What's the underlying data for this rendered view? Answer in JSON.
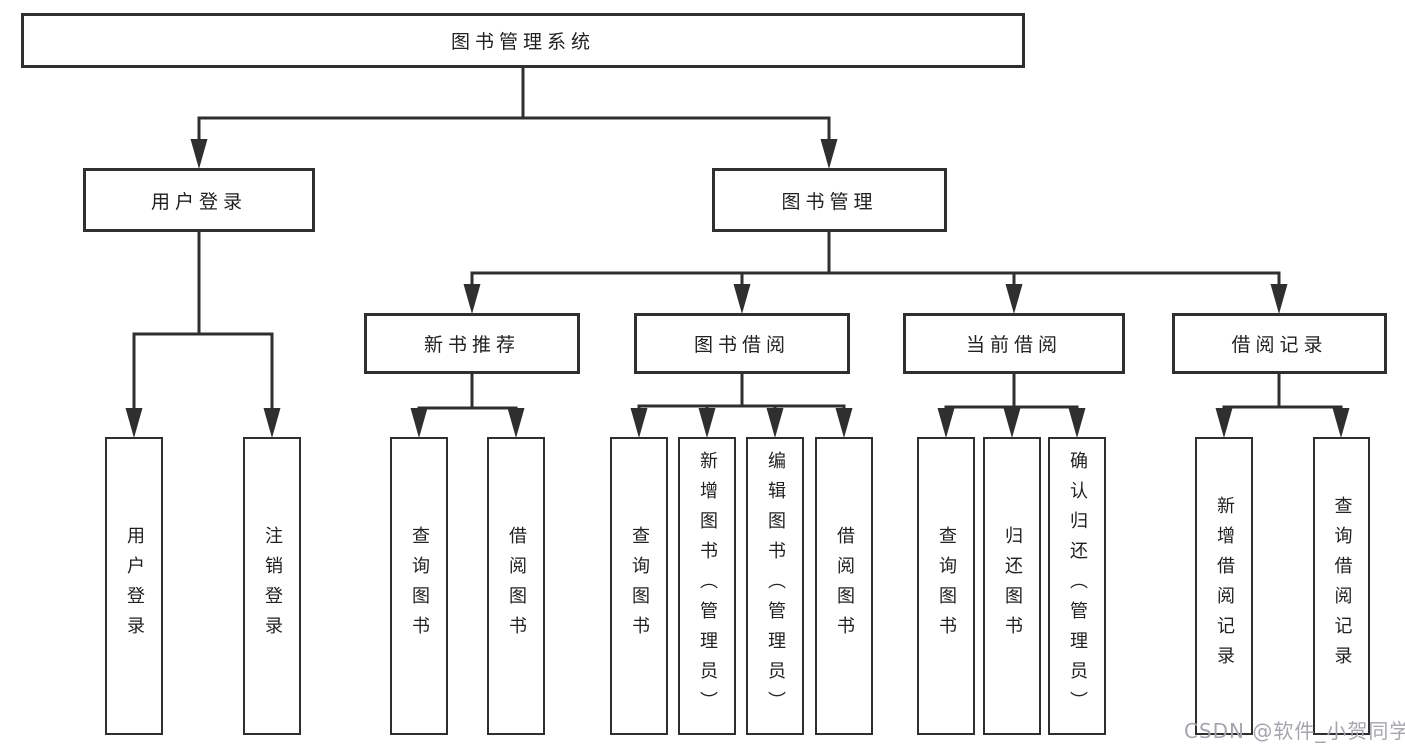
{
  "title": "图书管理系统",
  "watermark": "CSDN @软件_小贺同学",
  "colors": {
    "line": "#2f2f2f",
    "text": "#212121",
    "watermark": "#a5a5ae",
    "background": "#ffffff"
  },
  "nodes": {
    "root": {
      "label": "图书管理系统"
    },
    "userLoginGroup": {
      "label": "用户登录"
    },
    "bookManagement": {
      "label": "图书管理"
    },
    "newBookRecommend": {
      "label": "新书推荐"
    },
    "bookBorrow": {
      "label": "图书借阅"
    },
    "currentBorrow": {
      "label": "当前借阅"
    },
    "borrowRecords": {
      "label": "借阅记录"
    },
    "userLogin": {
      "label": "用户登录"
    },
    "logoutLogin": {
      "label": "注销登录"
    },
    "recQueryBooks": {
      "label": "查询图书"
    },
    "recBorrowBooks": {
      "label": "借阅图书"
    },
    "bbQueryBooks": {
      "label": "查询图书"
    },
    "bbAddBooks": {
      "label": "新增图书（管理员）"
    },
    "bbEditBooks": {
      "label": "编辑图书（管理员）"
    },
    "bbBorrowBooks": {
      "label": "借阅图书"
    },
    "cbQueryBooks": {
      "label": "查询图书"
    },
    "cbReturnBooks": {
      "label": "归还图书"
    },
    "cbConfirmReturn": {
      "label": "确认归还（管理员）"
    },
    "brAddRecord": {
      "label": "新增借阅记录"
    },
    "brQueryRecord": {
      "label": "查询借阅记录"
    }
  },
  "hierarchy": {
    "图书管理系统": [
      "用户登录",
      "图书管理"
    ],
    "用户登录": [
      "用户登录",
      "注销登录"
    ],
    "图书管理": [
      "新书推荐",
      "图书借阅",
      "当前借阅",
      "借阅记录"
    ],
    "新书推荐": [
      "查询图书",
      "借阅图书"
    ],
    "图书借阅": [
      "查询图书",
      "新增图书（管理员）",
      "编辑图书（管理员）",
      "借阅图书"
    ],
    "当前借阅": [
      "查询图书",
      "归还图书",
      "确认归还（管理员）"
    ],
    "借阅记录": [
      "新增借阅记录",
      "查询借阅记录"
    ]
  }
}
